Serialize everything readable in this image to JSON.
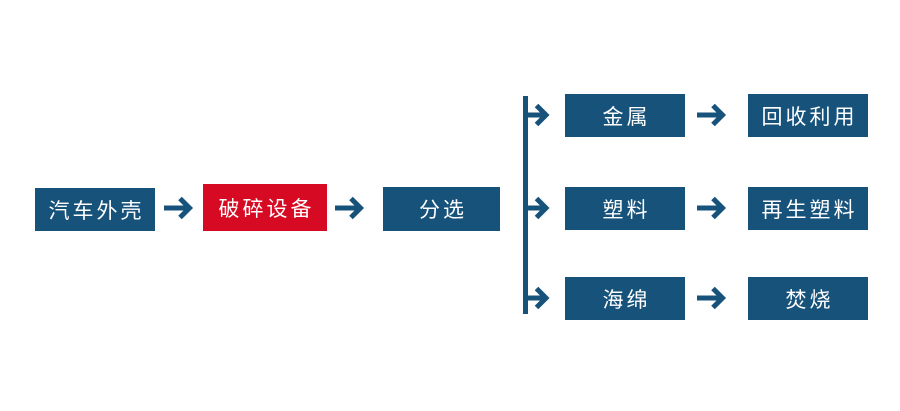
{
  "colors": {
    "blue": "#17527b",
    "red": "#d60a23",
    "text": "#ffffff",
    "bg": "#ffffff"
  },
  "flow": {
    "source": "汽车外壳",
    "process": "破碎设备",
    "sort": "分选",
    "branches": [
      {
        "material": "金属",
        "outcome": "回收利用"
      },
      {
        "material": "塑料",
        "outcome": "再生塑料"
      },
      {
        "material": "海绵",
        "outcome": "焚烧"
      }
    ]
  }
}
